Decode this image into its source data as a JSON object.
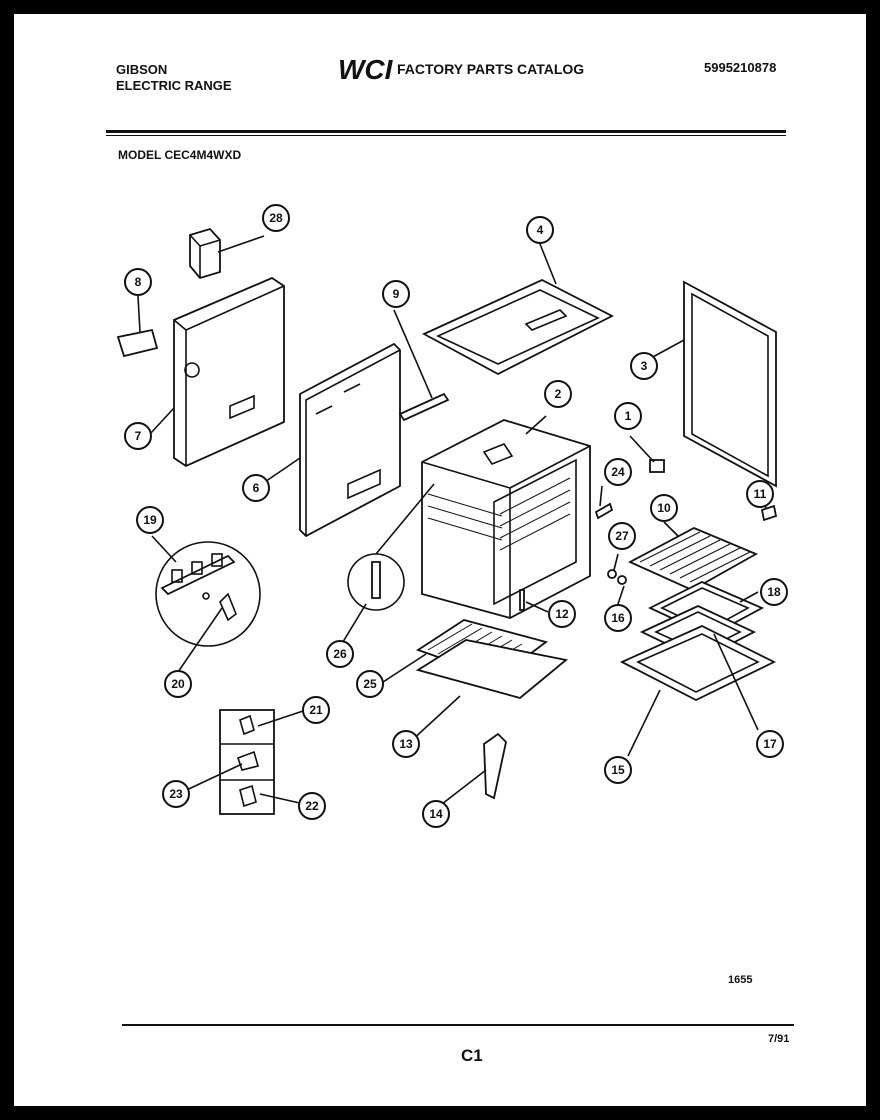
{
  "header": {
    "brand_line1": "GIBSON",
    "brand_line2": "ELECTRIC RANGE",
    "logo_text": "WCI",
    "catalog_title": "FACTORY PARTS CATALOG",
    "part_number": "5995210878",
    "model": "MODEL CEC4M4WXD"
  },
  "footer": {
    "figure_ref": "1655",
    "date": "7/91",
    "page_id": "C1"
  },
  "callouts": [
    "1",
    "2",
    "3",
    "4",
    "6",
    "7",
    "8",
    "9",
    "10",
    "11",
    "12",
    "13",
    "14",
    "15",
    "16",
    "17",
    "18",
    "19",
    "20",
    "21",
    "22",
    "23",
    "24",
    "25",
    "26",
    "27",
    "28"
  ]
}
